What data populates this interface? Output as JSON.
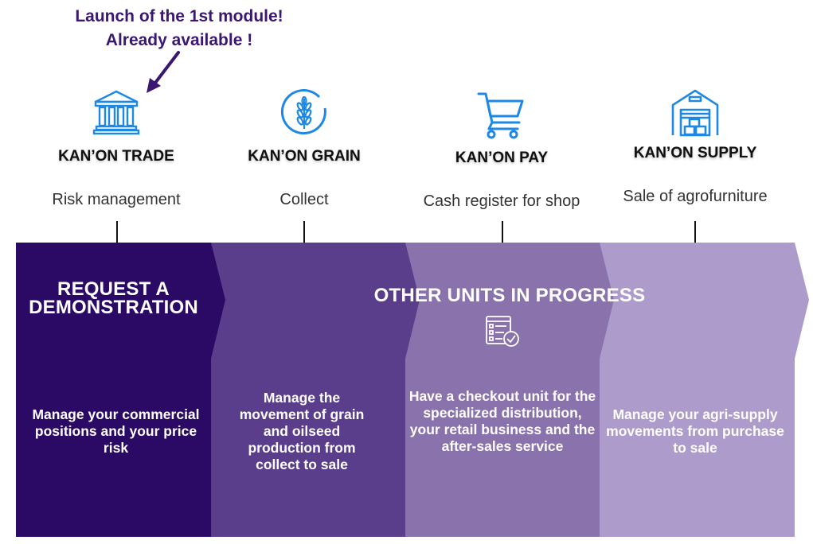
{
  "launch": {
    "line1": "Launch of the 1st module!",
    "line2": "Already available !"
  },
  "modules": [
    {
      "name": "KAN’ON TRADE",
      "description": "Risk management",
      "icon": "bank-icon"
    },
    {
      "name": "KAN’ON GRAIN",
      "description": "Collect",
      "icon": "wheat-icon"
    },
    {
      "name": "KAN’ON PAY",
      "description": "Cash register for shop",
      "icon": "shopping-cart-icon"
    },
    {
      "name": "KAN’ON SUPPLY",
      "description": "Sale of agrofurniture",
      "icon": "warehouse-icon"
    }
  ],
  "bands": {
    "demo_title": "REQUEST A DEMONSTRATION",
    "progress_title": "OTHER UNITS IN PROGRESS",
    "progress_icon": "checklist-icon",
    "colors": [
      "#2b0a66",
      "#5b3e8b",
      "#8a72ad",
      "#ad9ccb"
    ],
    "descriptions": [
      "Manage your commercial positions and your price risk",
      "Manage the movement of grain and oilseed production from collect to sale",
      "Have a checkout unit for the specialized distribution, your retail business and the after-sales service",
      "Manage your agri-supply movements from purchase to sale"
    ]
  },
  "accent_color": "#1e88e5"
}
